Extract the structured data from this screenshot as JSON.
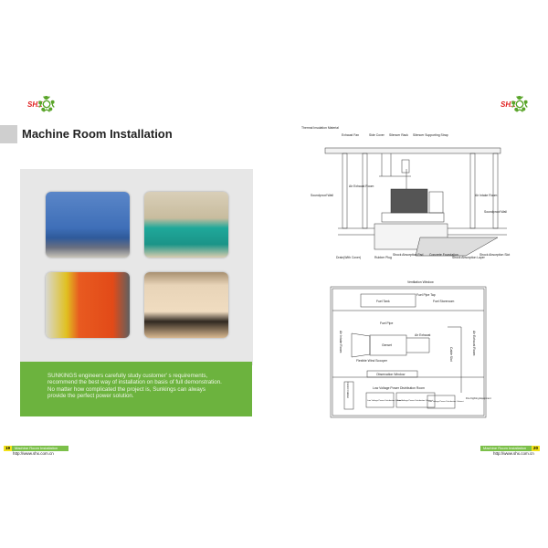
{
  "brand": {
    "logo_text": "SHX",
    "accent": "#6cb33e"
  },
  "left_page": {
    "title": "Machine Room Installation",
    "description": "SUNKINGS engineers carefully study customer' s requirements, recommend the best way of installation on basis of full demonstration. No matter how complicated the project is, Sunkings can always provide the perfect power solution.",
    "footer": {
      "page_number": "19",
      "section": "Machine Room Installation",
      "url": "http://www.shx.com.cn"
    }
  },
  "right_page": {
    "section_diagram": {
      "labels": {
        "thermal": "Thermal Insulation Material",
        "exhaust_fan": "Exhaust Fan",
        "side_cover": "Side Cover",
        "silencer_rack": "Silencer Rack",
        "silencer_strap": "Silencer Supporting Strap",
        "soundproof_left": "Soundproof Wall",
        "air_exhaust": "Air Exhaust Room",
        "air_intake": "Air Intake Room",
        "soundproof_right": "Soundproof Wall",
        "drain": "Drain(With Cover)",
        "rubber": "Rubber Plug",
        "shock_pad": "Shock Absorption Pad",
        "concrete": "Concrete Foundation",
        "shock_layer": "Shock Absorption Layer",
        "shock_slot": "Shock Absorption Slot"
      }
    },
    "plan_diagram": {
      "labels": {
        "ventilation": "Ventilation Window",
        "fuel_tap": "Fuel Pipe Tap",
        "fuel_tank": "Fuel Tank",
        "fuel_store": "Fuel Storeroom",
        "fuel_pipe": "Fuel Pipe",
        "genset": "Genset",
        "air_exhaust": "Air Exhaust",
        "scooper": "Flexible Wind Scooper",
        "observation": "Observation Window",
        "lv_room": "Low Voltage Power Distribution Room",
        "cable": "Cable Slot",
        "air_intake": "Air Intake Room",
        "air_exhaust_room": "Air Exhaust Room",
        "cab1": "Low Voltage Power Distribution Cabinet",
        "cab2": "Low Voltage Power Distribution Cabinet",
        "cab3": "Low Voltage Power Distribution Cabinet",
        "fire": "Fire Fighting Equipment",
        "control": "Control Cabinet"
      }
    },
    "footer": {
      "page_number": "20",
      "section": "Machine Room Installation",
      "url": "http://www.shx.com.cn"
    }
  }
}
